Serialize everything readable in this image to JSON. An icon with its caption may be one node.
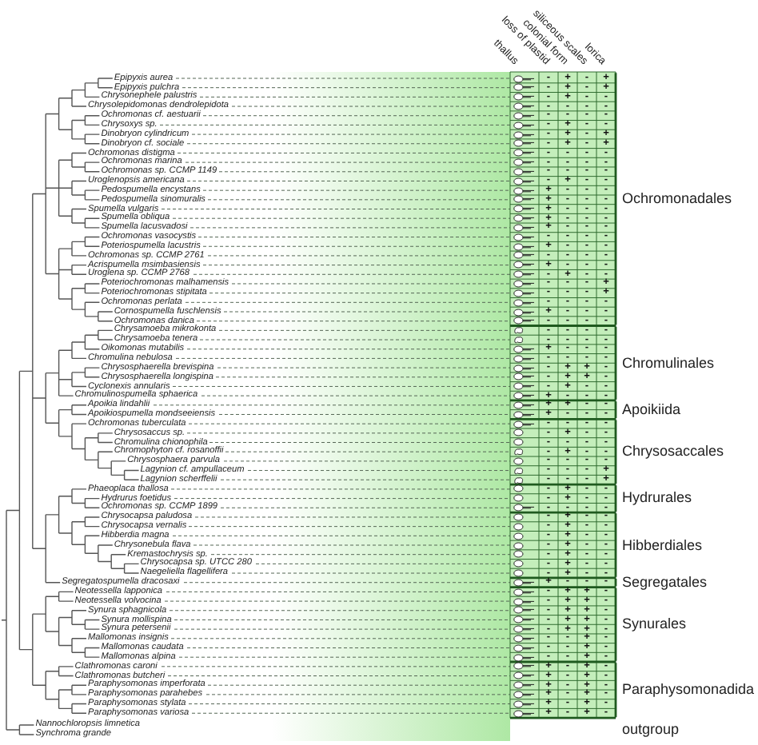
{
  "diagram": {
    "labels": [
      "thallus",
      "loss of plastid",
      "colonial form",
      "siliceous scales",
      "lorica",
      "Epipyxis aurea",
      "-",
      "+",
      "-",
      "+",
      "Epipyxis pulchra",
      "-",
      "+",
      "-",
      "+",
      "Chrysonephele palustris",
      "-",
      "+",
      "-",
      "-",
      "Chrysolepidomonas dendrolepidota",
      "-",
      "-",
      "-",
      "-",
      "Ochromonas cf. aestuarii",
      "-",
      "-",
      "-",
      "-",
      "Chrysoxys sp.",
      "-",
      "+",
      "-",
      "-",
      "Dinobryon cylindricum",
      "-",
      "+",
      "-",
      "+",
      "Dinobryon cf. sociale",
      "-",
      "+",
      "-",
      "+",
      "Ochromonas distigma",
      "-",
      "-",
      "-",
      "-",
      "Ochromonas marina",
      "-",
      "-",
      "-",
      "-",
      "Ochromonas sp. CCMP 1149",
      "-",
      "-",
      "-",
      "-",
      "Uroglenopsis americana",
      "-",
      "+",
      "-",
      "-",
      "Pedospumella encystans",
      "+",
      "-",
      "-",
      "-",
      "Pedospumella sinomuralis",
      "+",
      "-",
      "-",
      "-",
      "Spumella vulgaris",
      "+",
      "-",
      "-",
      "-",
      "Spumella obliqua",
      "+",
      "-",
      "-",
      "-",
      "Spumella lacusvadosi",
      "+",
      "-",
      "-",
      "-",
      "Ochromonas vasocystis",
      "-",
      "-",
      "-",
      "-",
      "Poteriospumella lacustris",
      "+",
      "-",
      "-",
      "-",
      "Ochromonas sp. CCMP 2761",
      "-",
      "-",
      "-",
      "-",
      "Acrispumella msimbasiensis",
      "+",
      "-",
      "-",
      "-",
      "Uroglena sp. CCMP 2768",
      "-",
      "+",
      "-",
      "-",
      "Poteriochromonas malhamensis",
      "-",
      "-",
      "-",
      "+",
      "Poteriochromonas stipitata",
      "-",
      "-",
      "-",
      "+",
      "Ochromonas perlata",
      "-",
      "-",
      "-",
      "-",
      "Cornospumella fuschlensis",
      "+",
      "-",
      "-",
      "-",
      "Ochromonas danica",
      "-",
      "-",
      "-",
      "-",
      "Chrysamoeba mikrokonta",
      "-",
      "-",
      "-",
      "-",
      "Chrysamoeba tenera",
      "-",
      "-",
      "-",
      "-",
      "Oikomonas mutabilis",
      "+",
      "-",
      "-",
      "-",
      "Chromulina nebulosa",
      "-",
      "-",
      "-",
      "-",
      "Chrysosphaerella brevispina",
      "-",
      "+",
      "+",
      "-",
      "Chrysosphaerella longispina",
      "-",
      "+",
      "+",
      "-",
      "Cyclonexis annularis",
      "-",
      "+",
      "-",
      "-",
      "Chromulinospumella sphaerica",
      "+",
      "-",
      "-",
      "-",
      "Apoikia lindahlii",
      "+",
      "+",
      "-",
      "-",
      "Apoikiospumella mondseeiensis",
      "+",
      "-",
      "-",
      "-",
      "Ochromonas tuberculata",
      "-",
      "-",
      "-",
      "-",
      "Chrysosaccus sp.",
      "-",
      "+",
      "-",
      "-",
      "Chromulina chionophila",
      "-",
      "-",
      "-",
      "-",
      "Chromophyton cf. rosanoffii",
      "-",
      "+",
      "-",
      "-",
      "Chrysosphaera parvula",
      "-",
      "-",
      "-",
      "-",
      "Lagynion cf. ampullaceum",
      "-",
      "-",
      "-",
      "+",
      "Lagynion scherffelii",
      "-",
      "-",
      "-",
      "+",
      "Phaeoplaca thallosa",
      "-",
      "+",
      "-",
      "-",
      "Hydrurus foetidus",
      "-",
      "+",
      "-",
      "-",
      "Ochromonas sp. CCMP 1899",
      "-",
      "-",
      "-",
      "-",
      "Chrysocapsa paludosa",
      "-",
      "+",
      "-",
      "-",
      "Chrysocapsa vernalis",
      "-",
      "+",
      "-",
      "-",
      "Hibberdia magna",
      "-",
      "+",
      "-",
      "-",
      "Chrysonebula flava",
      "-",
      "+",
      "-",
      "-",
      "Kremastochrysis sp.",
      "-",
      "+",
      "-",
      "-",
      "Chrysocapsa sp. UTCC 280",
      "-",
      "+",
      "-",
      "-",
      "Naegeliella flagellifera",
      "-",
      "+",
      "-",
      "-",
      "Segregatospumella dracosaxi",
      "+",
      "-",
      "-",
      "-",
      "Neotessella lapponica",
      "-",
      "+",
      "+",
      "-",
      "Neotessella volvocina",
      "-",
      "+",
      "+",
      "-",
      "Synura sphagnicola",
      "-",
      "+",
      "+",
      "-",
      "Synura mollispina",
      "-",
      "+",
      "+",
      "-",
      "Synura petersenii",
      "-",
      "+",
      "+",
      "-",
      "Mallomonas insignis",
      "-",
      "-",
      "+",
      "-",
      "Mallomonas caudata",
      "-",
      "-",
      "+",
      "-",
      "Mallomonas alpina",
      "-",
      "-",
      "+",
      "-",
      "Clathromonas caroni",
      "+",
      "-",
      "+",
      "-",
      "Clathromonas butcheri",
      "+",
      "-",
      "+",
      "-",
      "Paraphysomonas imperforata",
      "+",
      "-",
      "+",
      "-",
      "Paraphysomonas parahebes",
      "+",
      "-",
      "+",
      "-",
      "Paraphysomonas stylata",
      "+",
      "-",
      "+",
      "-",
      "Paraphysomonas variosa",
      "+",
      "-",
      "+",
      "-",
      "Nannochloropsis limnetica",
      "Synchroma grande",
      "Ochromonadales",
      "Chromulinales",
      "Apoikiida",
      "Chrysosaccales",
      "Hydrurales",
      "Hibberdiales",
      "Segregatales",
      "Synurales",
      "Paraphysomonadida",
      "outgroup"
    ]
  }
}
